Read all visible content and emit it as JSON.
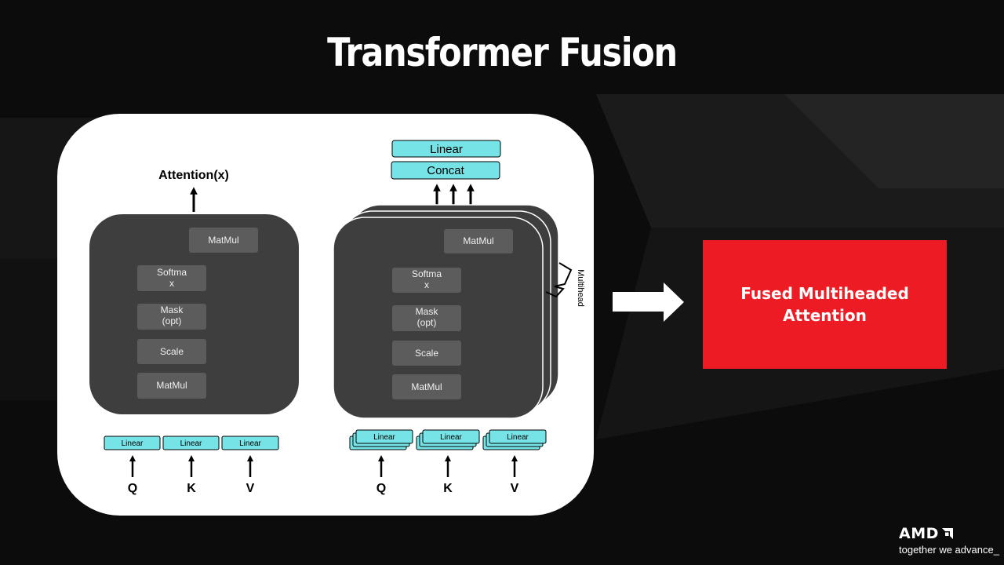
{
  "slide": {
    "title": "Transformer Fusion",
    "fused_label": "Fused Multiheaded\nAttention"
  },
  "attention": {
    "output_label": "Attention(x)",
    "ops": [
      "MatMul",
      "Softmax",
      "Mask\n(opt)",
      "Scale",
      "MatMul"
    ],
    "linear_label": "Linear",
    "inputs": [
      "Q",
      "K",
      "V"
    ]
  },
  "multihead": {
    "top_ops": [
      "Linear",
      "Concat"
    ],
    "ops": [
      "MatMul",
      "Softmax",
      "Mask\n(opt)",
      "Scale",
      "MatMul"
    ],
    "brace_label": "Multihead",
    "linear_label": "Linear",
    "inputs": [
      "Q",
      "K",
      "V"
    ]
  },
  "logo": {
    "wordmark": "AMD",
    "tagline": "together we advance_"
  },
  "colors": {
    "accent_red": "#ed1c24",
    "linear_cyan": "#76e3e6",
    "block_dark": "#3e3e3e",
    "op_box": "#5c5c5c"
  },
  "icons": [
    "right-arrow-icon",
    "amd-logo-icon"
  ]
}
